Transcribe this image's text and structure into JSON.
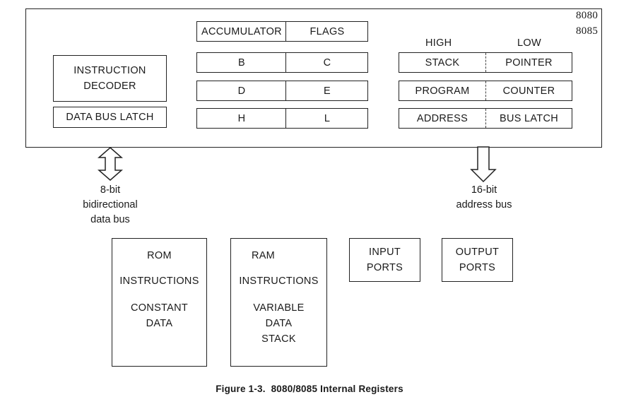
{
  "cpu": {
    "chip_labels": [
      "8080",
      "8085"
    ],
    "instruction_decoder": [
      "INSTRUCTION",
      "DECODER"
    ],
    "data_bus_latch": "DATA BUS LATCH",
    "registers": [
      {
        "left": "ACCUMULATOR",
        "right": "FLAGS"
      },
      {
        "left": "B",
        "right": "C"
      },
      {
        "left": "D",
        "right": "E"
      },
      {
        "left": "H",
        "right": "L"
      }
    ],
    "high_label": "HIGH",
    "low_label": "LOW",
    "wide_registers": [
      {
        "left": "STACK",
        "right": "POINTER"
      },
      {
        "left": "PROGRAM",
        "right": "COUNTER"
      },
      {
        "left": "ADDRESS",
        "right": "BUS LATCH"
      }
    ]
  },
  "data_bus": {
    "lines": [
      "8-bit",
      "bidirectional",
      "data bus"
    ]
  },
  "address_bus": {
    "lines": [
      "16-bit",
      "address bus"
    ]
  },
  "memory": {
    "rom": [
      "ROM",
      "INSTRUCTIONS",
      "CONSTANT",
      "DATA"
    ],
    "ram": [
      "RAM",
      "INSTRUCTIONS",
      "VARIABLE",
      "DATA",
      "STACK"
    ],
    "input_ports": [
      "INPUT",
      "PORTS"
    ],
    "output_ports": [
      "OUTPUT",
      "PORTS"
    ]
  },
  "caption": "Figure 1-3.  8080/8085 Internal Registers"
}
